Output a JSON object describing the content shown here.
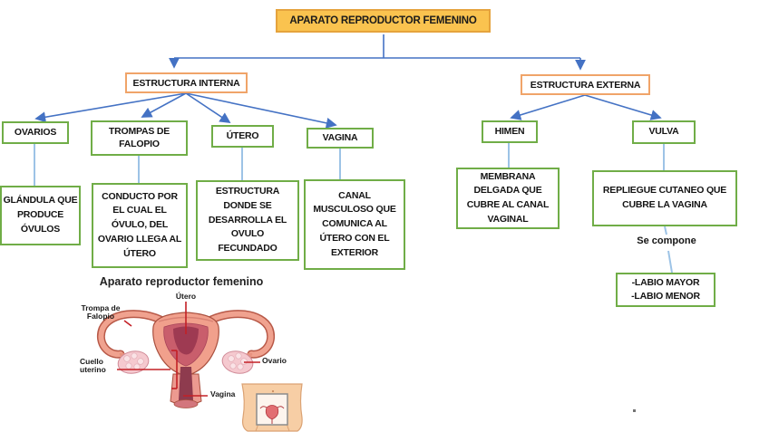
{
  "title": "APARATO REPRODUCTOR FEMENINO",
  "internal": {
    "label": "ESTRUCTURA INTERNA",
    "nodes": [
      {
        "name": "OVARIOS",
        "description": "GLÁNDULA QUE\nPRODUCE\nÓVULOS"
      },
      {
        "name": "TROMPAS DE\nFALOPIO",
        "description": "CONDUCTO POR\nEL CUAL EL\nÓVULO, DEL\nOVARIO LLEGA AL\nÚTERO"
      },
      {
        "name": "ÚTERO",
        "description": "ESTRUCTURA\nDONDE SE\nDESARROLLA EL\nOVULO\nFECUNDADO"
      },
      {
        "name": "VAGINA",
        "description": "CANAL\nMUSCULOSO QUE\nCOMUNICA AL\nÚTERO CON EL\nEXTERIOR"
      }
    ]
  },
  "external": {
    "label": "ESTRUCTURA EXTERNA",
    "nodes": [
      {
        "name": "HIMEN",
        "description": "MEMBRANA\nDELGADA QUE\nCUBRE AL CANAL\nVAGINAL"
      },
      {
        "name": "VULVA",
        "description": "REPLIEGUE CUTANEO QUE\nCUBRE LA VAGINA",
        "note": "Se compone",
        "components": "-LABIO MAYOR\n-LABIO MENOR"
      }
    ]
  },
  "illustration": {
    "title": "Aparato reproductor femenino",
    "labels": {
      "utero": "Útero",
      "trompa": "Trompa de\nFalopio",
      "cuello": "Cuello\nuterino",
      "vagina": "Vagina",
      "ovario": "Ovario"
    }
  },
  "colors": {
    "title_fill": "#FAC34F",
    "title_border": "#E5A33D",
    "branch_border": "#F0A469",
    "node_border": "#70AD47",
    "connector_blue": "#4472C4",
    "connector_light": "#9DC3E6",
    "pointer_red": "#C32026"
  }
}
